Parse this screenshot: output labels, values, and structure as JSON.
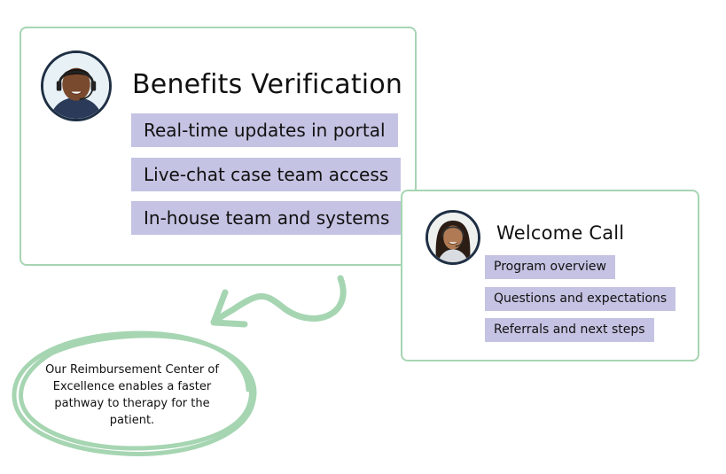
{
  "benefits_card": {
    "title": "Benefits Verification",
    "items": [
      "Real-time updates in portal",
      "Live-chat case team access",
      "In-house team and systems"
    ],
    "avatar_icon": "agent-headset-icon"
  },
  "welcome_card": {
    "title": "Welcome Call",
    "items": [
      "Program overview",
      "Questions and expectations",
      "Referrals and next steps"
    ],
    "avatar_icon": "agent-headset-icon"
  },
  "callout": {
    "text": "Our Reimbursement Center of Excellence enables a faster pathway to therapy for the patient."
  },
  "colors": {
    "card_border": "#a6d5b2",
    "pill_background": "#c4c3e3",
    "sketch_stroke": "#a6d5b2",
    "avatar_ring": "#1f2f44"
  },
  "icons": {
    "arrow": "curved-arrow-icon",
    "circle": "hand-drawn-circle-icon"
  }
}
